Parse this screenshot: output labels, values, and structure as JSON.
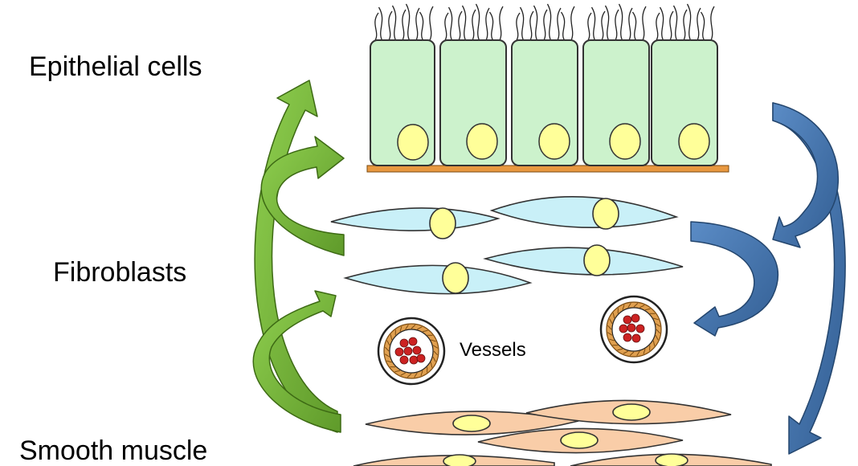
{
  "labels": {
    "epithelial": "Epithelial cells",
    "fibroblasts": "Fibroblasts",
    "smooth_muscle": "Smooth muscle",
    "vessels": "Vessels"
  },
  "colors": {
    "epithelial_fill": "#ccf2cc",
    "nucleus_fill": "#ffff99",
    "basement_membrane": "#e89840",
    "fibroblast_fill": "#c9f0f8",
    "smooth_muscle_fill": "#f9cda8",
    "vessel_wall": "#e0a050",
    "blood_cell": "#cc2222",
    "green_arrow": "#6aa832",
    "blue_arrow": "#3f6ea6"
  }
}
